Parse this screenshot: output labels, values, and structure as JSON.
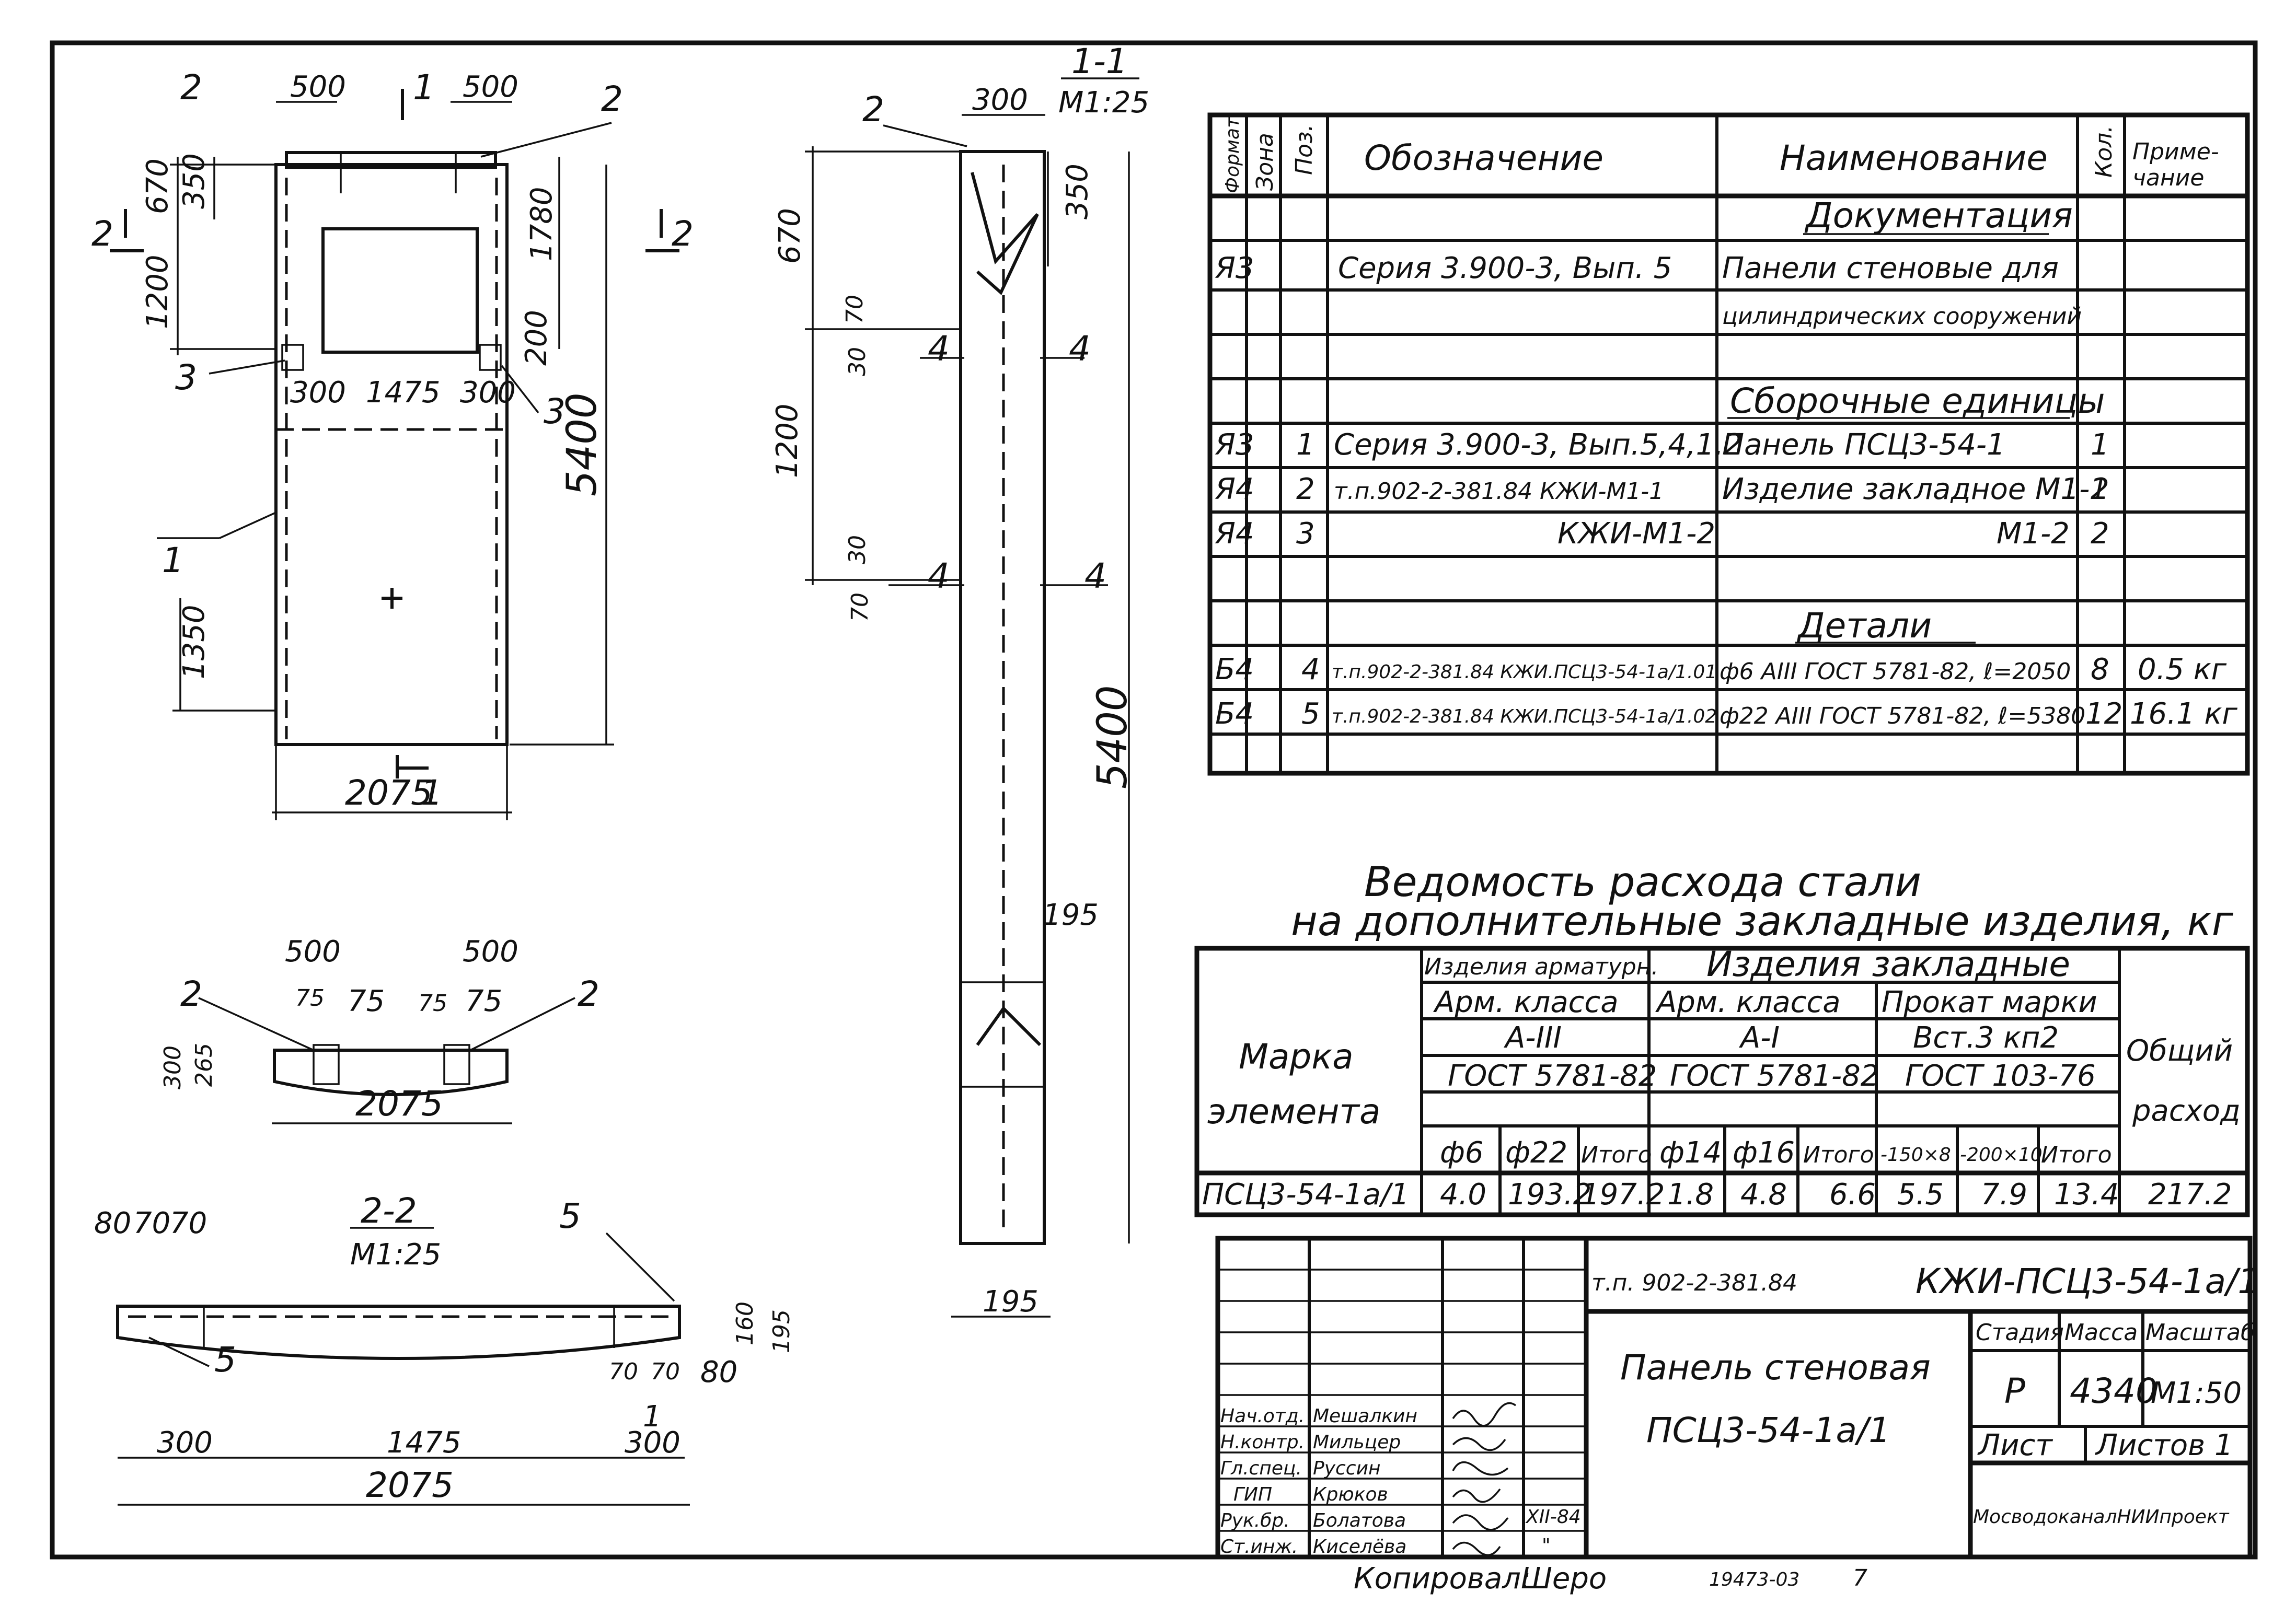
{
  "spec": {
    "headers": {
      "format": "Формат",
      "zone": "Зона",
      "pos": "Поз.",
      "designation": "Обозначение",
      "name": "Наименование",
      "qty": "Кол.",
      "note1": "Приме-",
      "note2": "чание"
    },
    "sections": {
      "docs": "Документация",
      "assemblies": "Сборочные единицы",
      "details": "Детали"
    },
    "rows": [
      {
        "fmt": "Я3",
        "pos": "",
        "designation": "Серия 3.900-3, Вып. 5",
        "name": "Панели стеновые для",
        "qty": "",
        "note": ""
      },
      {
        "fmt": "",
        "pos": "",
        "designation": "",
        "name": "цилиндрических сооружений",
        "qty": "",
        "note": ""
      },
      {
        "fmt": "Я3",
        "pos": "1",
        "designation": "Серия 3.900-3, Вып.5,4,1.2",
        "name": "Панель ПСЦ3-54-1",
        "qty": "1",
        "note": ""
      },
      {
        "fmt": "Я4",
        "pos": "2",
        "designation": "т.п.902-2-381.84   КЖИ-М1-1",
        "name": "Изделие закладное М1-1",
        "qty": "2",
        "note": ""
      },
      {
        "fmt": "Я4",
        "pos": "3",
        "designation": "КЖИ-М1-2",
        "name": "М1-2",
        "qty": "2",
        "note": ""
      },
      {
        "fmt": "Б4",
        "pos": "4",
        "designation": "т.п.902-2-381.84 КЖИ.ПСЦ3-54-1а/1.01",
        "name": "ф6 АIII  ГОСТ 5781-82, ℓ=2050",
        "qty": "8",
        "note": "0.5 кг"
      },
      {
        "fmt": "Б4",
        "pos": "5",
        "designation": "т.п.902-2-381.84 КЖИ.ПСЦ3-54-1а/1.02",
        "name": "ф22 АIII  ГОСТ 5781-82, ℓ=5380",
        "qty": "12",
        "note": "16.1 кг"
      }
    ]
  },
  "steel": {
    "title1": "Ведомость   расхода    стали",
    "title2": "на дополнительные   закладные  изделия,  кг",
    "mark_l1": "Марка",
    "mark_l2": "элемента",
    "grp_reinf": "Изделия арматурн.",
    "grp_embed": "Изделия   закладные",
    "cls1": "Арм. класса",
    "cls2": "Арм. класса",
    "cls3": "Прокат марки",
    "sub1": "А-III",
    "sub2": "А-I",
    "sub3": "Вст.3 кп2",
    "gost1": "ГОСТ 5781-82",
    "gost2": "ГОСТ 5781-82",
    "gost3": "ГОСТ 103-76",
    "total_l1": "Общий",
    "total_l2": "расход",
    "cols": [
      "ф6",
      "ф22",
      "Итого",
      "ф14",
      "ф16",
      "Итого",
      "-150×8",
      "-200×10",
      "Итого"
    ],
    "row_mark": "ПСЦ3-54-1а/1",
    "row_vals": [
      "4.0",
      "193.2",
      "197.2",
      "1.8",
      "4.8",
      "6.6",
      "5.5",
      "7.9",
      "13.4",
      "217.2"
    ]
  },
  "stamp": {
    "doc_code": "т.п. 902-2-381.84",
    "mark": "КЖИ-ПСЦ3-54-1а/1",
    "title1": "Панель стеновая",
    "title2": "ПСЦ3-54-1а/1",
    "stage_h": "Стадия",
    "mass_h": "Масса",
    "scale_h": "Масштаб",
    "stage": "Р",
    "mass": "4340",
    "scale": "М1:50",
    "sheet_h": "Лист",
    "sheets_h": "Листов 1",
    "org": "МосводоканалНИИпроект",
    "roles": [
      "Нач.отд.",
      "Н.контр.",
      "Гл.спец.",
      "ГИП",
      "Рук.бр.",
      "Ст.инж."
    ],
    "names": [
      "Мешалкин",
      "Мильцер",
      "Руссин",
      "Крюков",
      "Болатова",
      "Киселёва"
    ],
    "date": "XII-84",
    "ditto": "\""
  },
  "footer": {
    "copied": "Копировал:",
    "copier": "Шеро",
    "inv": "19473-03",
    "page": "7"
  },
  "elevation": {
    "d_500a": "500",
    "d_500b": "500",
    "d_670": "670",
    "d_350": "350",
    "d_1200": "1200",
    "d_1780": "1780",
    "d_200": "200",
    "d_300a": "300",
    "d_1475": "1475",
    "d_300b": "300",
    "d_5400": "5400",
    "d_1350": "1350",
    "d_2075": "2075",
    "m1": "1",
    "m2": "2",
    "m3": "3",
    "m3b": "3",
    "cut2l": "2",
    "cut2r": "2",
    "cut2top": "2",
    "cut1top": "1",
    "cut1bot": "1"
  },
  "section11": {
    "title": "1-1",
    "scale": "М1:25",
    "d_300": "300",
    "d_670": "670",
    "d_350": "350",
    "d_70a": "70",
    "d_30a": "30",
    "d_1200": "1200",
    "d_30b": "30",
    "d_70b": "70",
    "d_5400": "5400",
    "d_195a": "195",
    "d_195b": "195",
    "m2": "2",
    "m4a": "4",
    "m4b": "4",
    "m4c": "4",
    "m4d": "4"
  },
  "plan": {
    "d_500a": "500",
    "d_500b": "500",
    "d_75a": "75",
    "d_75b": "75",
    "d_75c": "75",
    "d_75d": "75",
    "d_300": "300",
    "d_265": "265",
    "d_2075": "2075",
    "m2a": "2",
    "m2b": "2"
  },
  "section22": {
    "title": "2-2",
    "scale": "М1:25",
    "d_80": "80",
    "d_70a": "70",
    "d_70b": "70",
    "d_160": "160",
    "d_195": "195",
    "d_70c": "70",
    "d_70d": "70",
    "d_80b": "80",
    "d_300a": "300",
    "d_1475": "1475",
    "d_300b": "300",
    "d_2075": "2075",
    "m5a": "5",
    "m5b": "5",
    "m1": "1"
  }
}
